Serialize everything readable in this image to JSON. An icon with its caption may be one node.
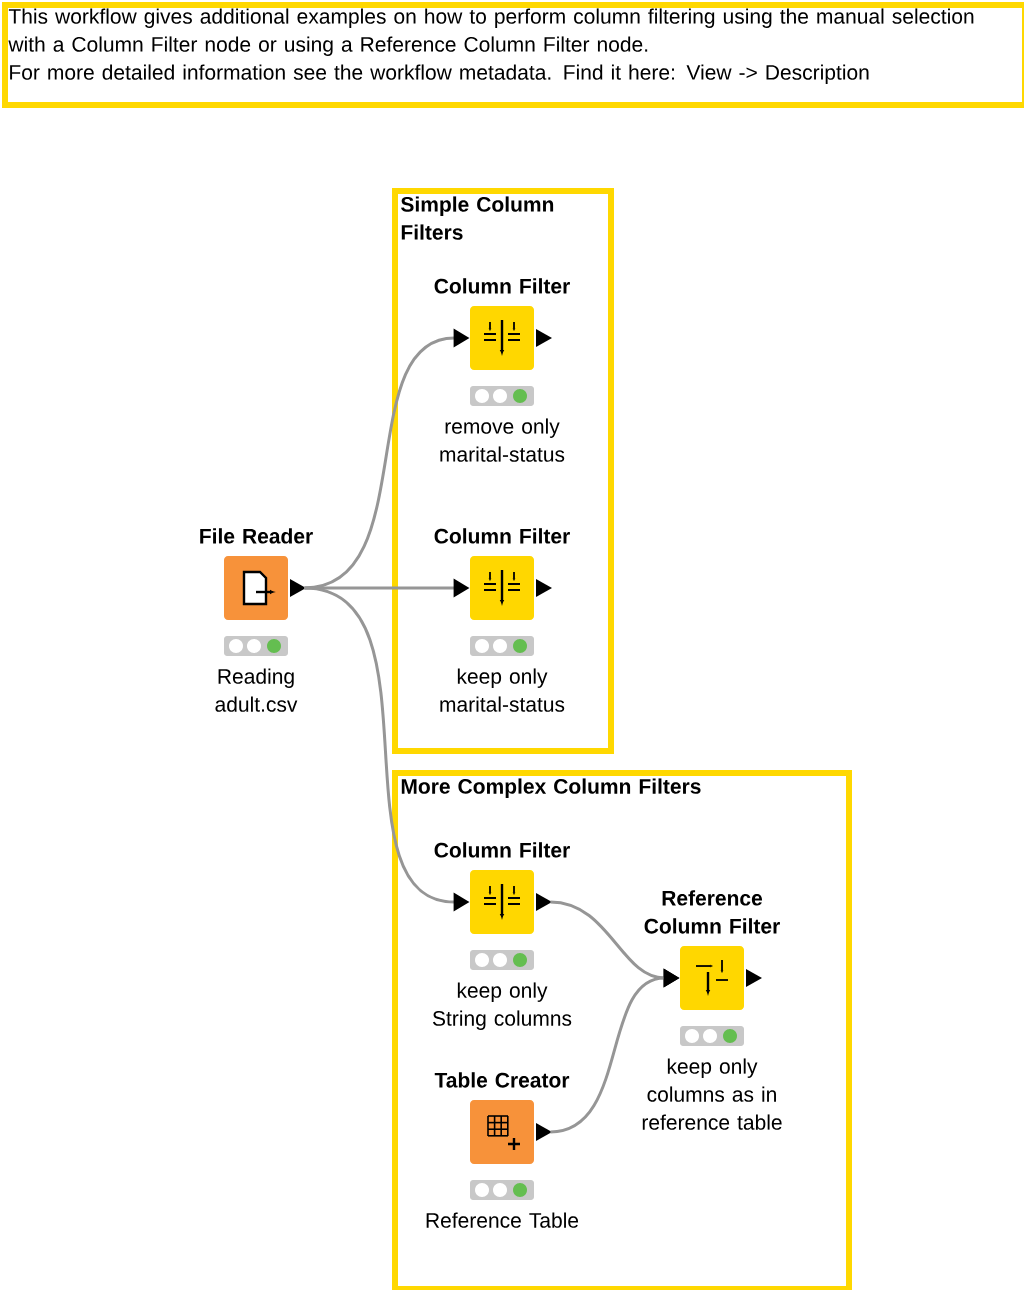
{
  "diagram": {
    "nodes": [
      {
        "text": [
          "This workflow gives additional examples on how to perform column filtering using the manual selection with a Column Filter node or using a Reference Column Filter node.",
          "For more detailed information see the workflow metadata. Find it here: View -> Description"
        ]
      },
      {
        "text": [
          "Simple Column Filters"
        ]
      },
      {
        "text": [
          "More Complex Column Filters"
        ]
      },
      {
        "text": [
          "File Reader"
        ],
        "beside": [
          "Reading adult.csv"
        ]
      },
      {
        "text": [
          "Column Filter"
        ],
        "beside": [
          "remove only marital-status"
        ],
        "in": 1
      },
      {
        "text": [
          "Column Filter"
        ],
        "beside": [
          "keep only marital-status"
        ],
        "in": 1
      },
      {
        "text": [
          "Column Filter"
        ],
        "beside": [
          "keep only String columns"
        ],
        "in": 2
      },
      {
        "text": [
          "Table Creator"
        ],
        "beside": [
          "Reference Table"
        ],
        "in": 2
      },
      {
        "text": [
          "Reference Column Filter"
        ],
        "beside": [
          "keep only columns as in reference table"
        ],
        "in": 2
      }
    ],
    "edges": [
      {
        "from": 3,
        "to": 4,
        "arrow": "to"
      },
      {
        "from": 3,
        "to": 5,
        "arrow": "to"
      },
      {
        "from": 3,
        "to": 6,
        "arrow": "to"
      },
      {
        "from": 6,
        "to": 8,
        "arrow": "to"
      },
      {
        "from": 7,
        "to": 8,
        "arrow": "to"
      }
    ]
  }
}
